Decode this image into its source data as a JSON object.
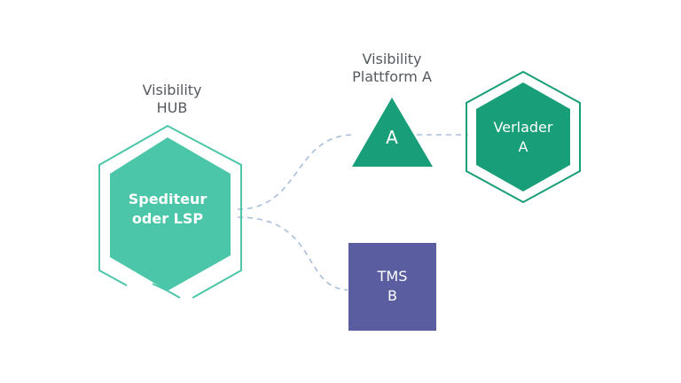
{
  "colors": {
    "hub_fill": "#4cc6a8",
    "hub_outline": "#4cc6a8",
    "platform_fill": "#189e78",
    "shipper_fill": "#189e78",
    "tms_fill": "#5a5ea0",
    "connector": "#a8bedc",
    "label_text": "#555a60"
  },
  "nodes": {
    "hub": {
      "caption_line1": "Visibility",
      "caption_line2": "HUB",
      "line1": "Spediteur",
      "line2": "oder LSP",
      "shape": "hexagon"
    },
    "platform": {
      "caption_line1": "Visibility",
      "caption_line2": "Plattform A",
      "text": "A",
      "shape": "triangle"
    },
    "shipper": {
      "line1": "Verlader",
      "line2": "A",
      "shape": "hexagon"
    },
    "tms": {
      "line1": "TMS",
      "line2": "B",
      "shape": "square"
    }
  },
  "edges": [
    {
      "from": "hub",
      "to": "platform",
      "style": "dashed"
    },
    {
      "from": "platform",
      "to": "shipper",
      "style": "dashed"
    },
    {
      "from": "hub",
      "to": "tms",
      "style": "dashed"
    }
  ]
}
